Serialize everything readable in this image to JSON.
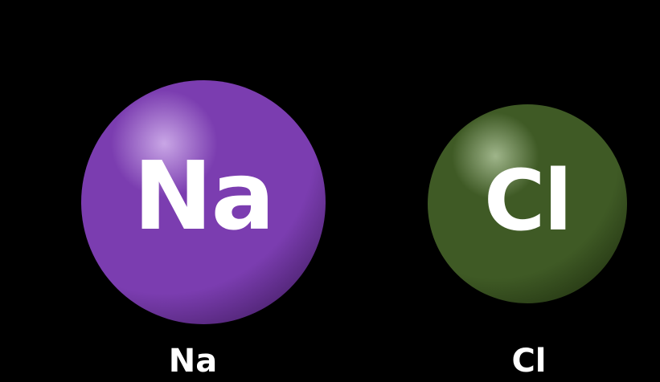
{
  "background_color": "#000000",
  "atoms": [
    {
      "symbol": "Na",
      "caption": "Na",
      "color": "#7b3db0",
      "highlight_color": "#c9a6e6",
      "shadow_color": "#2a0f40"
    },
    {
      "symbol": "Cl",
      "caption": "Cl",
      "color": "#3f5a25",
      "highlight_color": "#9fb58a",
      "shadow_color": "#142008"
    }
  ]
}
